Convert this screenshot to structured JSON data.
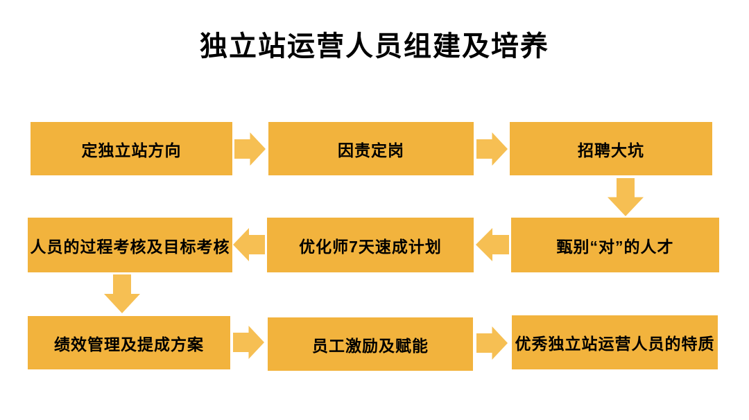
{
  "page": {
    "title": "独立站运营人员组建及培养",
    "background": "#FFFFFF"
  },
  "colors": {
    "box_fill": "#F2B33D",
    "arrow_fill": "#F6BF53",
    "text": "#000000"
  },
  "flowchart": {
    "nodes": [
      {
        "id": "define-site-direction",
        "label": "定独立站方向"
      },
      {
        "id": "define-roles-by-duty",
        "label": "因责定岗"
      },
      {
        "id": "recruiting-pitfalls",
        "label": "招聘大坑"
      },
      {
        "id": "identify-right-talent",
        "label": "甄别“对”的人才"
      },
      {
        "id": "optimizer-7day-crash-plan",
        "label": "优化师7天速成计划"
      },
      {
        "id": "process-and-goal-assessment",
        "label": "人员的过程考核及目标考核"
      },
      {
        "id": "performance-and-commission-plan",
        "label": "绩效管理及提成方案"
      },
      {
        "id": "employee-motivation-empowerment",
        "label": "员工激励及赋能"
      },
      {
        "id": "top-operator-traits",
        "label": "优秀独立站运营人员的特质"
      }
    ],
    "connectors": [
      {
        "from": "define-site-direction",
        "to": "define-roles-by-duty",
        "direction": "right"
      },
      {
        "from": "define-roles-by-duty",
        "to": "recruiting-pitfalls",
        "direction": "right"
      },
      {
        "from": "recruiting-pitfalls",
        "to": "identify-right-talent",
        "direction": "down"
      },
      {
        "from": "identify-right-talent",
        "to": "optimizer-7day-crash-plan",
        "direction": "left"
      },
      {
        "from": "optimizer-7day-crash-plan",
        "to": "process-and-goal-assessment",
        "direction": "left"
      },
      {
        "from": "process-and-goal-assessment",
        "to": "performance-and-commission-plan",
        "direction": "down"
      },
      {
        "from": "performance-and-commission-plan",
        "to": "employee-motivation-empowerment",
        "direction": "right"
      },
      {
        "from": "employee-motivation-empowerment",
        "to": "top-operator-traits",
        "direction": "right"
      }
    ]
  }
}
